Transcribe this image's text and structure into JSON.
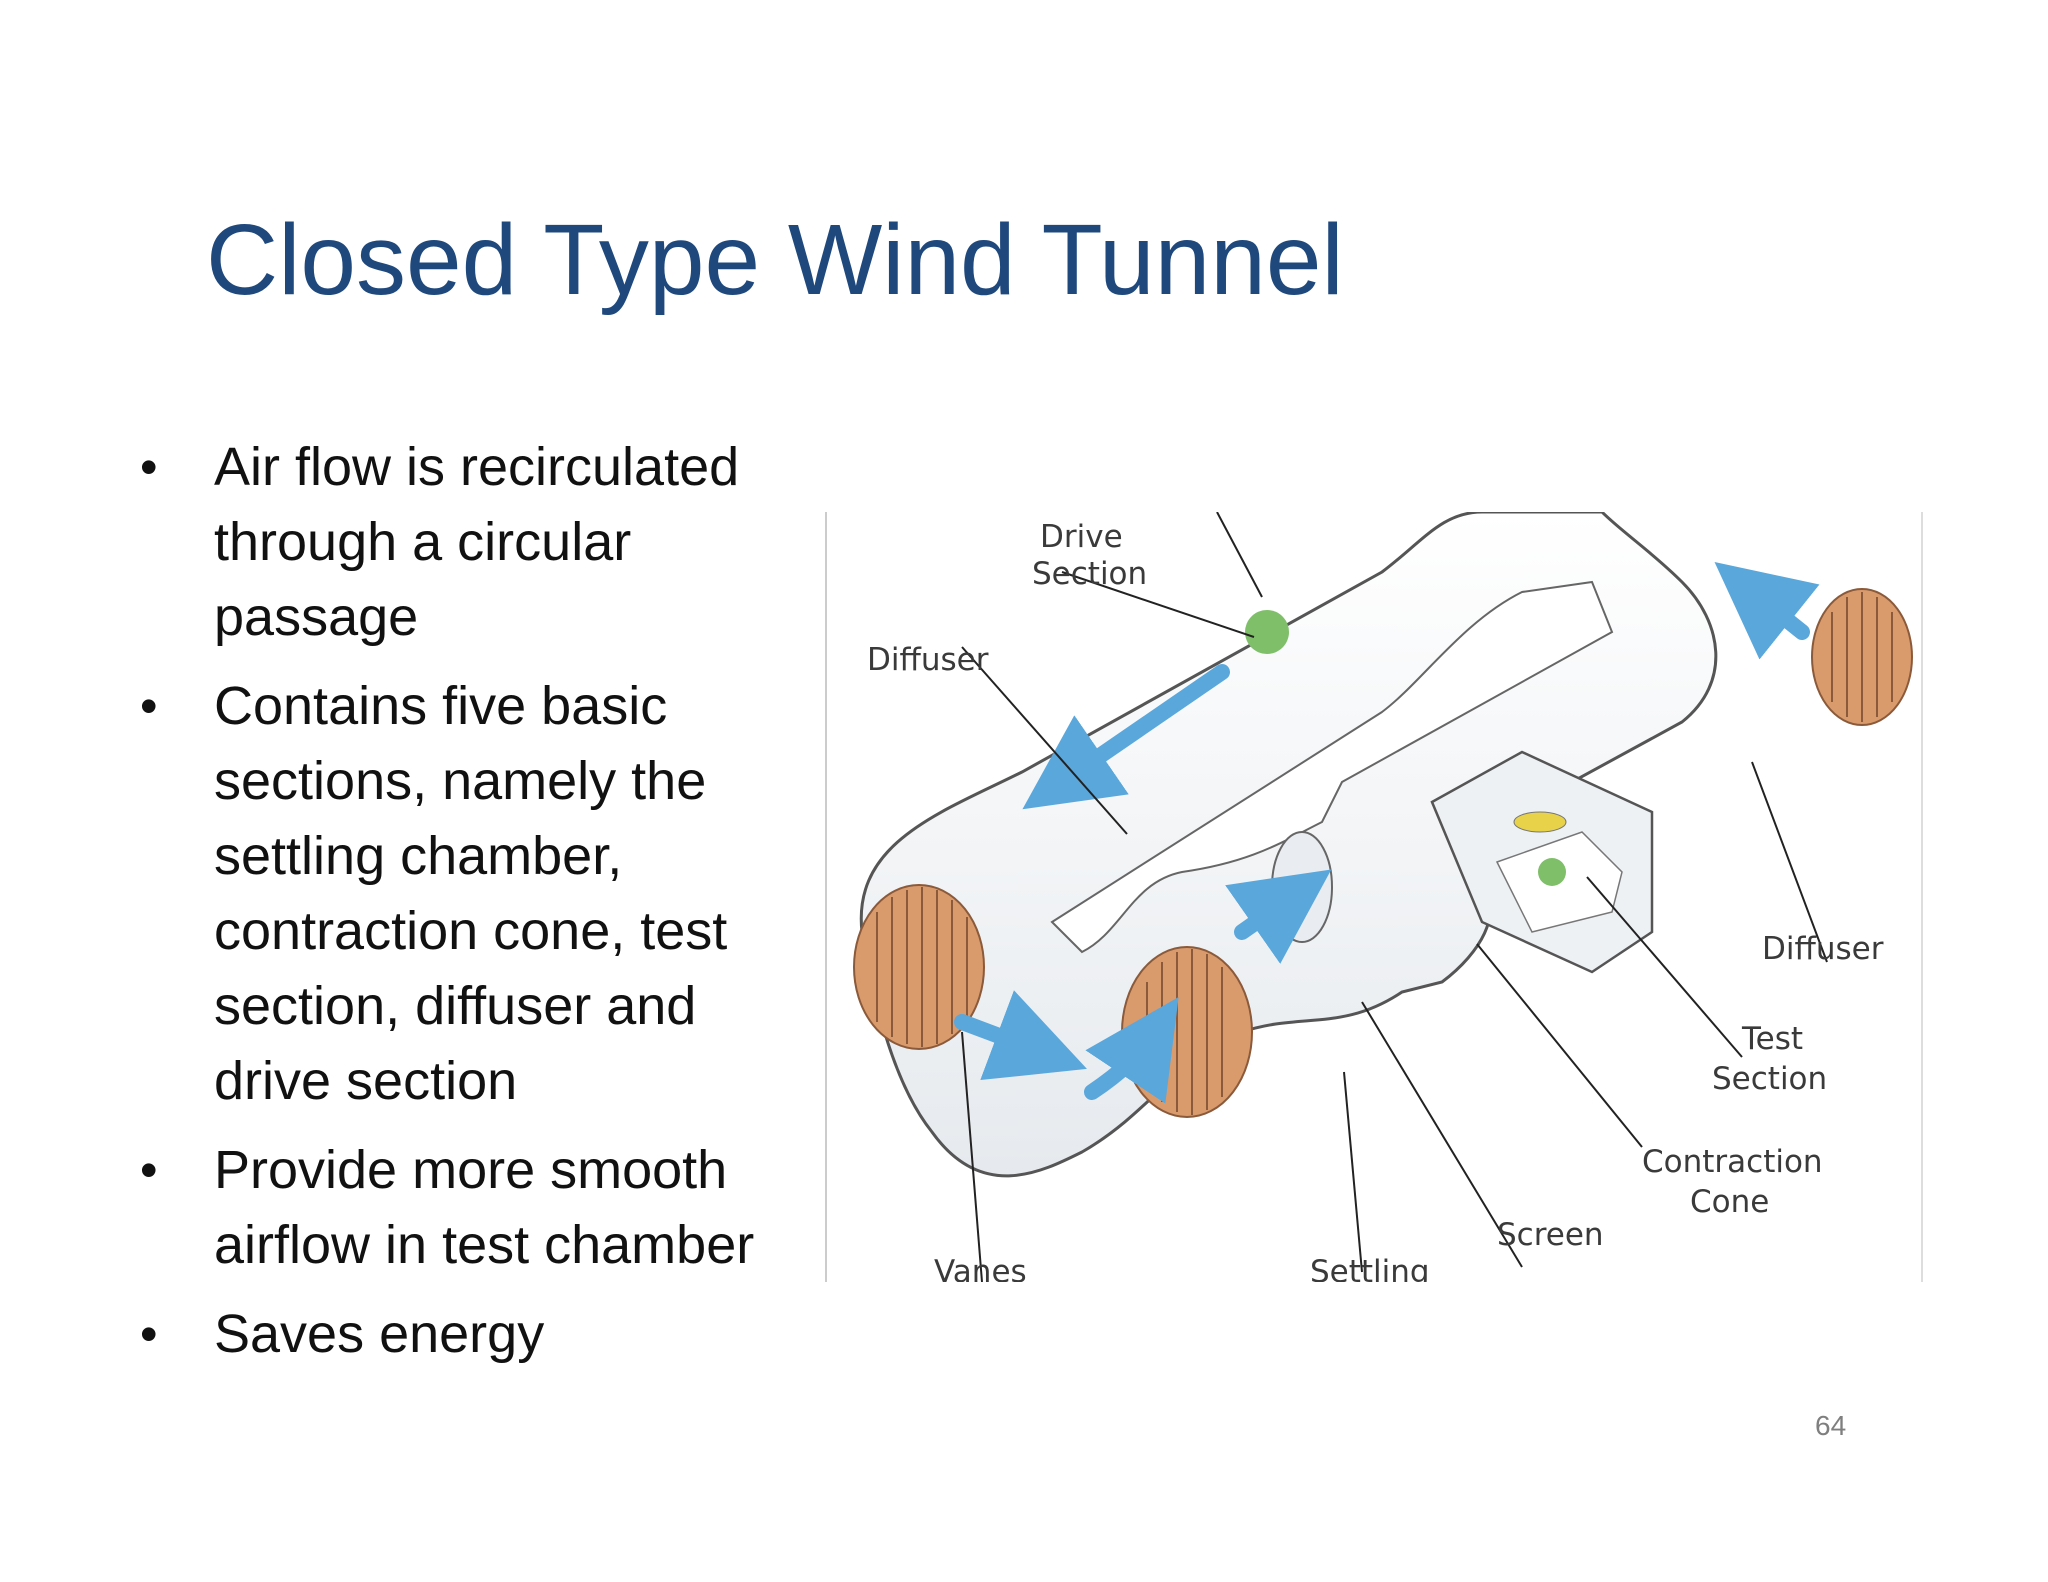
{
  "slide": {
    "title": "Closed Type Wind Tunnel",
    "bullets": [
      "Air flow is recirculated through a circular passage",
      "Contains five basic sections, namely the settling chamber, contraction cone, test section, diffuser and drive section",
      "Provide more smooth airflow in test chamber",
      "Saves energy"
    ],
    "page_number": "64"
  },
  "diagram": {
    "labels": {
      "drive_section_1": "Drive",
      "drive_section_2": "Section",
      "diffuser_left": "Diffuser",
      "diffuser_right": "Diffuser",
      "test_section_1": "Test",
      "test_section_2": "Section",
      "contraction_cone_1": "Contraction",
      "contraction_cone_2": "Cone",
      "screen": "Screen",
      "settling": "Settling",
      "vanes": "Vanes"
    },
    "colors": {
      "airflow": "#5aa7dc",
      "vanes": "#d99a6c",
      "wall": "#f4f6f8",
      "outline": "#555555"
    }
  }
}
